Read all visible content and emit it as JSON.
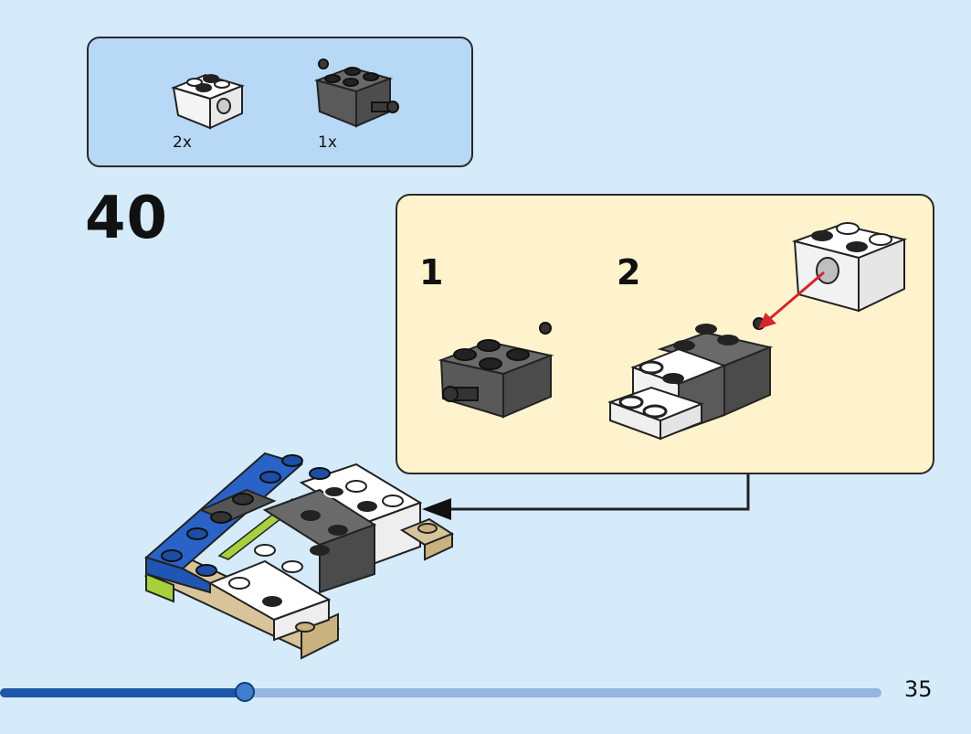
{
  "parts_list": {
    "items": [
      {
        "name": "white-brick-with-hole",
        "quantity": "2x"
      },
      {
        "name": "dark-gray-brick-with-pin",
        "quantity": "1x"
      }
    ]
  },
  "step": {
    "number": "40",
    "substeps": [
      {
        "label": "1"
      },
      {
        "label": "2"
      }
    ]
  },
  "progress": {
    "fraction": 0.278
  },
  "page": {
    "number": "35"
  },
  "colors": {
    "background": "#d5ebfa",
    "parts_box": "#b7d9f6",
    "substep_box": "#fff3cd",
    "progress_fill": "#1c57a8",
    "progress_track": "#94b6e0",
    "arrow_red": "#d6262b"
  }
}
